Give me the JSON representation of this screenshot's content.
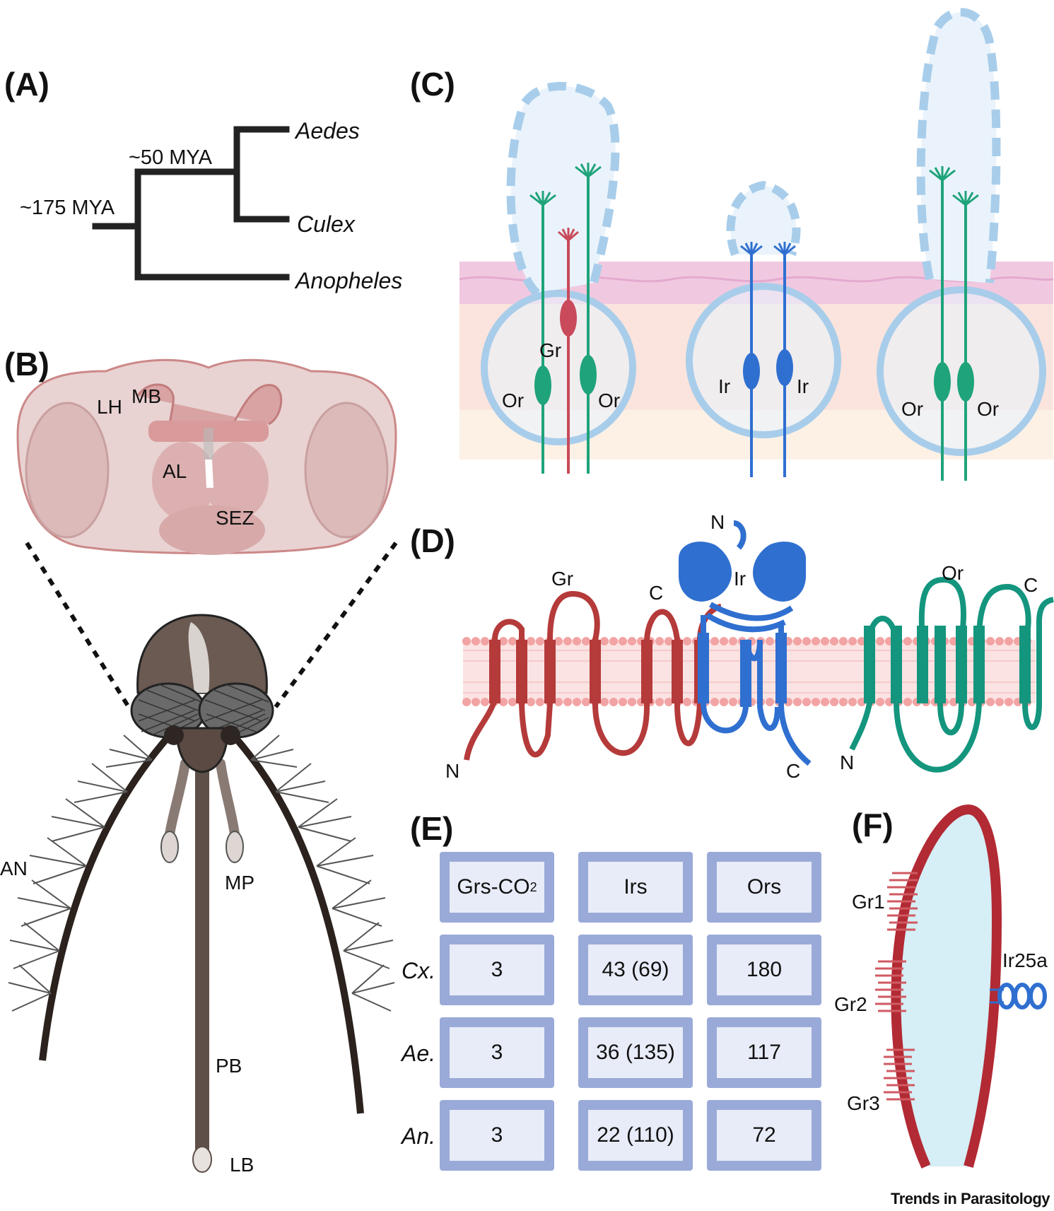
{
  "panels": {
    "a": "(A)",
    "b": "(B)",
    "c": "(C)",
    "d": "(D)",
    "e": "(E)",
    "f": "(F)"
  },
  "phylogeny": {
    "root_age": "~175 MYA",
    "inner_age": "~50 MYA",
    "taxa": [
      "Aedes",
      "Culex",
      "Anopheles"
    ]
  },
  "brain": {
    "labels": {
      "lh": "LH",
      "mb": "MB",
      "al": "AL",
      "sez": "SEZ"
    }
  },
  "mosquito": {
    "labels": {
      "an": "AN",
      "mp": "MP",
      "pb": "PB",
      "lb": "LB"
    }
  },
  "sensilla": {
    "labels": {
      "gr": "Gr",
      "or1": "Or",
      "or2": "Or",
      "ir1": "Ir",
      "ir2": "Ir",
      "or3": "Or",
      "or4": "Or"
    }
  },
  "receptors": {
    "gr": {
      "name": "Gr",
      "n": "N",
      "c": "C"
    },
    "ir": {
      "name": "Ir",
      "n": "N",
      "c": "C"
    },
    "or": {
      "name": "Or",
      "n": "N",
      "c": "C"
    }
  },
  "table": {
    "headers": [
      "Grs-CO",
      "Irs",
      "Ors"
    ],
    "header_sub": "2",
    "rows": [
      {
        "species": "Cx.",
        "values": [
          "3",
          "43 (69)",
          "180"
        ]
      },
      {
        "species": "Ae.",
        "values": [
          "3",
          "36 (135)",
          "117"
        ]
      },
      {
        "species": "An.",
        "values": [
          "3",
          "22 (110)",
          "72"
        ]
      }
    ]
  },
  "cell_f": {
    "labels": {
      "gr1": "Gr1",
      "gr2": "Gr2",
      "gr3": "Gr3",
      "ir25a": "Ir25a"
    }
  },
  "credit": "Trends in Parasitology",
  "colors": {
    "gr": "#b53a3a",
    "ir": "#2f6fd0",
    "or": "#1fa37a",
    "brain": "#e8c9c9",
    "table_border": "#9aaad8",
    "cell_fill": "#e8ecf8"
  }
}
